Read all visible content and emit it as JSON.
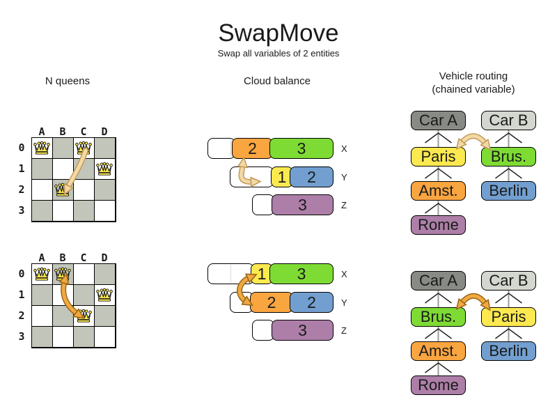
{
  "title": "SwapMove",
  "subtitle": "Swap all variables of 2 entities",
  "palette": {
    "orange": "#F9A540",
    "green": "#7EDB34",
    "yellow": "#FCE94F",
    "blue": "#729FCF",
    "purple": "#AD7FA8",
    "car_a_gray": "#888A85",
    "car_b_gray": "#D3D7CF",
    "board_gray": "#C1C5BA",
    "arrow_before_fill": "#F2D9A7",
    "arrow_before_stroke": "#C49A58",
    "arrow_after_fill": "#F0A942",
    "arrow_after_stroke": "#9C6514"
  },
  "nqueens": {
    "label": "N queens",
    "columns": [
      "A",
      "B",
      "C",
      "D"
    ],
    "rows": [
      "0",
      "1",
      "2",
      "3"
    ],
    "before": {
      "queen_cells": [
        "A0",
        "C0",
        "D1",
        "B2"
      ],
      "swap_move": "C0 <-> B2"
    },
    "after": {
      "queen_cells": [
        "A0",
        "B0",
        "D1",
        "C2"
      ],
      "swap_move": "B0 <-> C2"
    }
  },
  "cloud": {
    "label": "Cloud balance",
    "before": {
      "rows": [
        {
          "label": "X",
          "free_units": 1,
          "segments": [
            {
              "value": "2",
              "color": "orange"
            },
            {
              "value": "3",
              "color": "green"
            }
          ]
        },
        {
          "label": "Y",
          "free_units": 2,
          "segments": [
            {
              "value": "1",
              "color": "yellow"
            },
            {
              "value": "2",
              "color": "blue"
            }
          ]
        },
        {
          "label": "Z",
          "free_units": 1,
          "segments": [
            {
              "value": "3",
              "color": "purple"
            }
          ]
        }
      ]
    },
    "after": {
      "rows": [
        {
          "label": "X",
          "free_units": 2,
          "segments": [
            {
              "value": "1",
              "color": "yellow"
            },
            {
              "value": "3",
              "color": "green"
            }
          ]
        },
        {
          "label": "Y",
          "free_units": 1,
          "segments": [
            {
              "value": "2",
              "color": "orange"
            },
            {
              "value": "2",
              "color": "blue"
            }
          ]
        },
        {
          "label": "Z",
          "free_units": 1,
          "segments": [
            {
              "value": "3",
              "color": "purple"
            }
          ]
        }
      ]
    }
  },
  "vehicle": {
    "label": "Vehicle routing",
    "sublabel": "(chained variable)",
    "before": {
      "chain_a": [
        "Car A",
        "Paris",
        "Amst.",
        "Rome"
      ],
      "chain_b": [
        "Car B",
        "Brus.",
        "Berlin"
      ],
      "swap_move": "Paris <-> Brus."
    },
    "after": {
      "chain_a": [
        "Car A",
        "Brus.",
        "Amst.",
        "Rome"
      ],
      "chain_b": [
        "Car B",
        "Paris",
        "Berlin"
      ],
      "swap_move": "Brus. <-> Paris"
    }
  }
}
